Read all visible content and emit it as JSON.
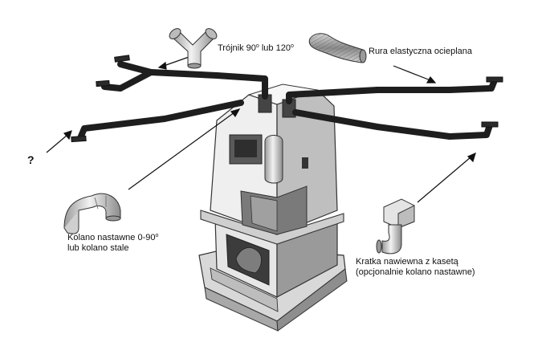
{
  "labels": {
    "tee": {
      "text": "Trójnik 90",
      "sup1": "o",
      "mid": " lub 120",
      "sup2": "o"
    },
    "flex_pipe": {
      "text": "Rura elastyczna ocieplana"
    },
    "elbow": {
      "line1_text": "Kolano nastawne 0-90",
      "line1_sup": "o",
      "line2": "lub kolano stale"
    },
    "grille": {
      "line1": "Kratka nawiewna z kasetą",
      "line2": "(opcjonalnie kolano nastawne)"
    },
    "unknown": {
      "text": "?"
    }
  },
  "icons": {
    "tee": "y-tee-fitting-icon",
    "flex_pipe": "insulated-flexible-duct-icon",
    "elbow": "adjustable-elbow-icon",
    "grille": "supply-grille-with-box-icon",
    "stove": "fireplace-stove-icon"
  },
  "colors": {
    "duct": "#1e1e1e",
    "stove_light": "#eeeeee",
    "stove_mid": "#c4c4c4",
    "stove_dark": "#7a7a7a",
    "outline": "#2a2a2a",
    "text": "#111111"
  }
}
